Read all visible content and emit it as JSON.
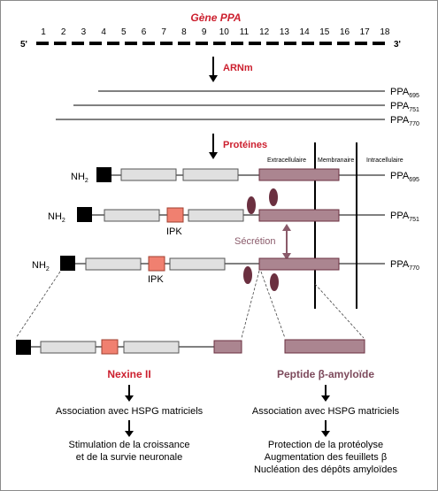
{
  "title": "Gène PPA",
  "exon_numbers": [
    "1",
    "2",
    "3",
    "4",
    "5",
    "6",
    "7",
    "8",
    "9",
    "10",
    "11",
    "12",
    "13",
    "14",
    "15",
    "16",
    "17",
    "18"
  ],
  "five_prime": "5'",
  "three_prime": "3'",
  "mrna_label": "ARNm",
  "proteins_label": "Protéines",
  "transcripts": [
    {
      "base": "PPA",
      "sub": "695"
    },
    {
      "base": "PPA",
      "sub": "751"
    },
    {
      "base": "PPA",
      "sub": "770"
    }
  ],
  "domains": {
    "extracellular": "Extracellulaire",
    "membrane": "Membranaire",
    "intracellular": "Intracellulaire"
  },
  "nh2": {
    "base": "NH",
    "sub": "2"
  },
  "ipk": "IPK",
  "secretion": "Sécrétion",
  "products": {
    "left": {
      "title": "Nexine II",
      "step1": "Association avec HSPG matriciels",
      "step2_lines": [
        "Stimulation de la croissance",
        "et de la survie neuronale"
      ]
    },
    "right": {
      "title": "Peptide β-amyloïde",
      "step1": "Association avec HSPG matriciels",
      "step2_lines": [
        "Protection de la protéolyse",
        "Augmentation des feuillets β",
        "Nucléation des dépôts amyloïdes"
      ]
    }
  },
  "colors": {
    "title_red": "#cc1f2e",
    "box_black": "#000000",
    "box_gray": "#e0e0e0",
    "box_ipk": "#f08070",
    "box_mauve": "#ab8590",
    "oval": "#6b3040",
    "arrow_mauve": "#8a5a6a"
  }
}
